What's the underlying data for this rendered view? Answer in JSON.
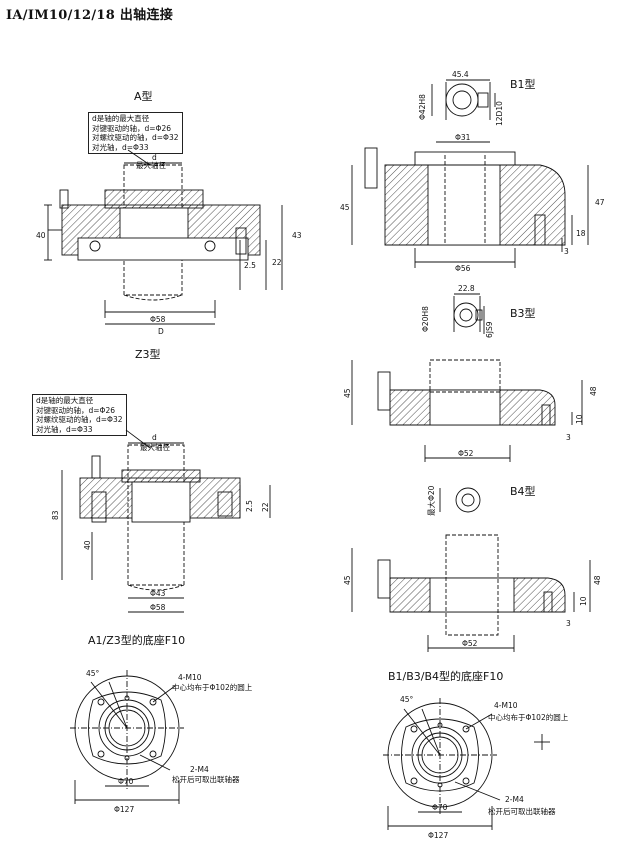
{
  "title": "IA/IM10/12/18 出轴连接",
  "labels": {
    "a": "A型",
    "b1": "B1型",
    "z3": "Z3型",
    "b3": "B3型",
    "b4": "B4型",
    "f10_a": "A1/Z3型的底座F10",
    "f10_b": "B1/B3/B4型的底座F10"
  },
  "note_a": [
    "d是轴的最大直径",
    "对键驱动的轴，d=Φ26",
    "对螺纹驱动的轴，d=Φ32",
    "对光轴，d=Φ33"
  ],
  "note_z3": [
    "d是轴的最大直径",
    "对键驱动的轴，d=Φ26",
    "对螺纹驱动的轴，d=Φ32",
    "对光轴，d=Φ33"
  ],
  "dims": {
    "a_d": "d",
    "a_maxshaft": "最大轴径",
    "a_40": "40",
    "a_43": "43",
    "a_22": "22",
    "a_25": "2.5",
    "a_phi58": "Φ58",
    "a_D": "D",
    "b1_454": "45.4",
    "b1_phi42": "Φ42H8",
    "b1_12d10": "12D10",
    "b1_phi31": "Φ31",
    "b1_45": "45",
    "b1_47": "47",
    "b1_18": "18",
    "b1_3": "3",
    "b1_phi56": "Φ56",
    "b3_228": "22.8",
    "b3_phi20": "Φ20H8",
    "b3_6js9": "6JS9",
    "b3_45": "45",
    "b3_48": "48",
    "b3_10": "10",
    "b3_3": "3",
    "b3_phi52": "Φ52",
    "b4_phi20": "最大Φ20",
    "b4_45": "45",
    "b4_48": "48",
    "b4_10": "10",
    "b4_3": "3",
    "b4_phi52": "Φ52",
    "z3_d": "d",
    "z3_maxshaft": "最大轴径",
    "z3_83": "83",
    "z3_40": "40",
    "z3_25": "2.5",
    "z3_22": "22",
    "z3_phi43": "Φ43",
    "z3_phi58": "Φ58",
    "fa_45": "45°",
    "fa_m10": "4-M10",
    "fa_m10_desc": "中心均布于Φ102的圆上",
    "fa_m4": "2-M4",
    "fa_m4_desc": "松开后可取出联轴器",
    "fa_phi70": "Φ70",
    "fa_phi127": "Φ127",
    "fb_45": "45°",
    "fb_m10": "4-M10",
    "fb_m10_desc": "中心均布于Φ102的圆上",
    "fb_m4": "2-M4",
    "fb_m4_desc": "松开后可取出联轴器",
    "fb_phi70": "Φ70",
    "fb_phi127": "Φ127"
  }
}
